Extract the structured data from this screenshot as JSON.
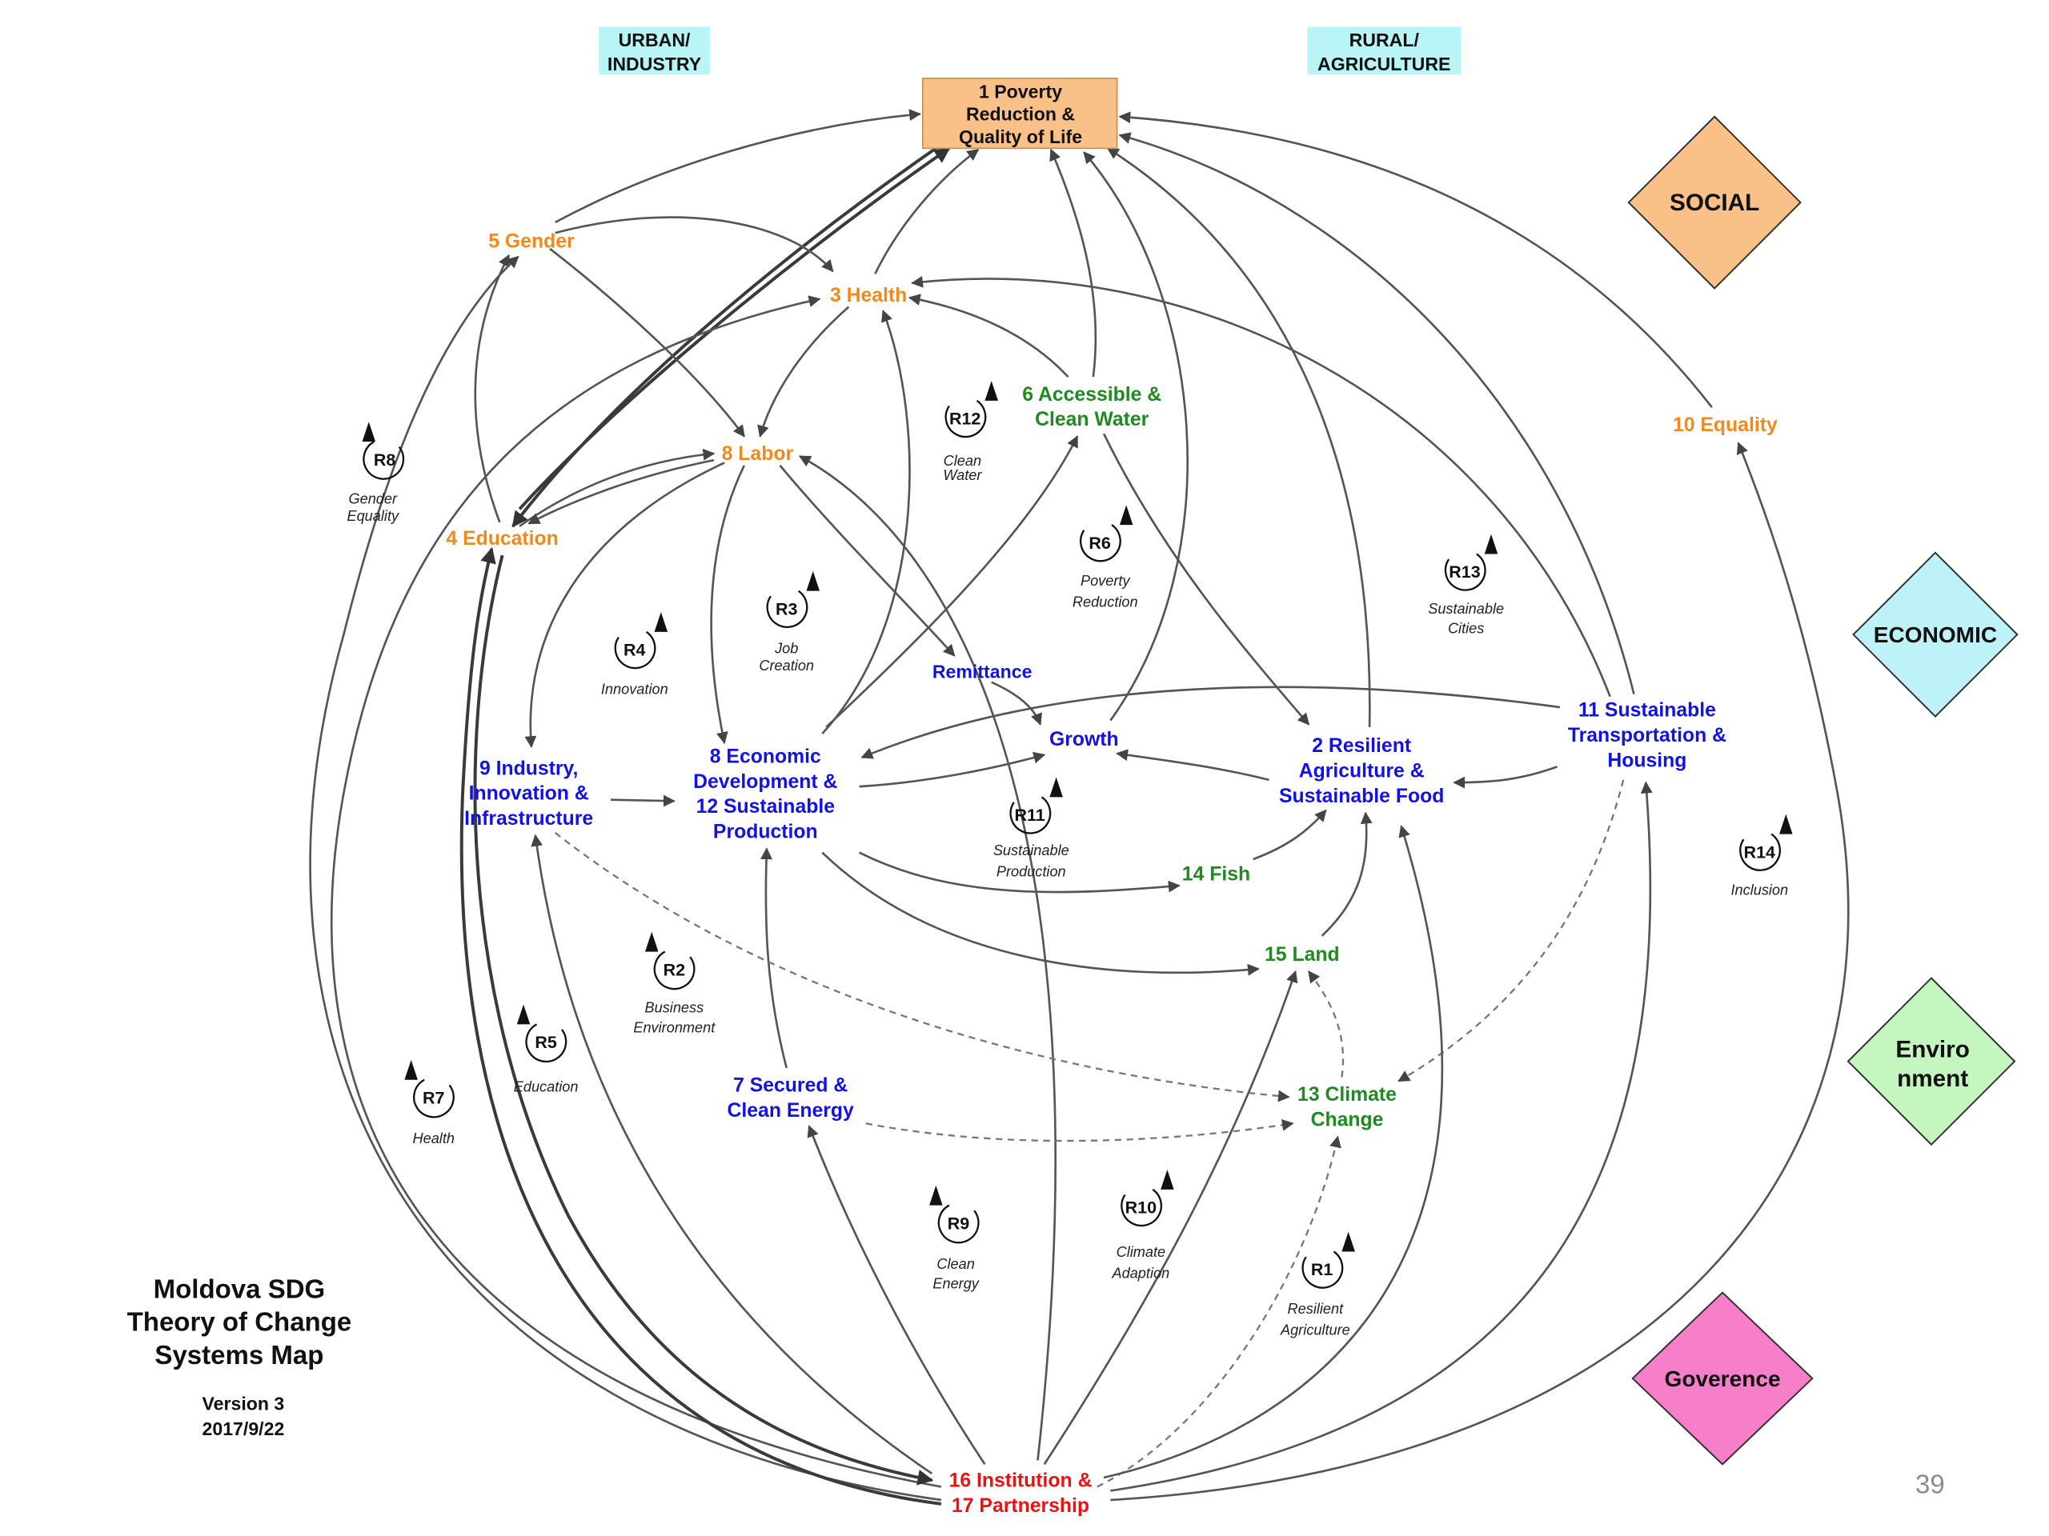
{
  "headers": {
    "urban": [
      "URBAN/",
      "INDUSTRY"
    ],
    "rural": [
      "RURAL/",
      "AGRICULTURE"
    ]
  },
  "nodes": {
    "n1": [
      "1 Poverty",
      "Reduction &",
      "Quality of Life"
    ],
    "n5": [
      "5 Gender"
    ],
    "n3": [
      "3 Health"
    ],
    "n6": [
      "6 Accessible &",
      "Clean Water"
    ],
    "n8labor": [
      "8 Labor"
    ],
    "n4": [
      "4 Education"
    ],
    "n10": [
      "10 Equality"
    ],
    "remittance": [
      "Remittance"
    ],
    "growth": [
      "Growth"
    ],
    "n9": [
      "9 Industry,",
      "Innovation &",
      "Infrastructure"
    ],
    "n8ed": [
      "8 Economic",
      "Development &",
      "12 Sustainable",
      "Production"
    ],
    "n2": [
      "2 Resilient",
      "Agriculture &",
      "Sustainable Food"
    ],
    "n11": [
      "11 Sustainable",
      "Transportation &",
      "Housing"
    ],
    "n14": [
      "14 Fish"
    ],
    "n15": [
      "15 Land"
    ],
    "n7": [
      "7 Secured &",
      "Clean Energy"
    ],
    "n13": [
      "13 Climate",
      "Change"
    ],
    "n16": [
      "16 Institution &",
      "17 Partnership"
    ]
  },
  "loops": {
    "R1": {
      "label": "R1",
      "caption": [
        "Resilient",
        "Agriculture"
      ]
    },
    "R2": {
      "label": "R2",
      "caption": [
        "Business",
        "Environment"
      ]
    },
    "R3": {
      "label": "R3",
      "caption": [
        "Job",
        "Creation"
      ]
    },
    "R4": {
      "label": "R4",
      "caption": [
        "Innovation"
      ]
    },
    "R5": {
      "label": "R5",
      "caption": [
        "Education"
      ]
    },
    "R6": {
      "label": "R6",
      "caption": [
        "Poverty",
        "Reduction"
      ]
    },
    "R7": {
      "label": "R7",
      "caption": [
        "Health"
      ]
    },
    "R8": {
      "label": "R8",
      "caption": [
        "Gender",
        "Equality"
      ]
    },
    "R9": {
      "label": "R9",
      "caption": [
        "Clean",
        "Energy"
      ]
    },
    "R10": {
      "label": "R10",
      "caption": [
        "Climate",
        "Adaption"
      ]
    },
    "R11": {
      "label": "R11",
      "caption": [
        "Sustainable",
        "Production"
      ]
    },
    "R12": {
      "label": "R12",
      "caption": [
        "Clean",
        "Water"
      ]
    },
    "R13": {
      "label": "R13",
      "caption": [
        "Sustainable",
        "Cities"
      ]
    },
    "R14": {
      "label": "R14",
      "caption": [
        "Inclusion"
      ]
    }
  },
  "legend": {
    "social": [
      "SOCIAL"
    ],
    "economic": [
      "ECONOMIC"
    ],
    "environment": [
      "Enviro",
      "nment"
    ],
    "governance": [
      "Goverence"
    ]
  },
  "colors": {
    "social": "#f9c088",
    "economic": "#bdf3f8",
    "environment": "#c4f6c0",
    "governance": "#f77ec8",
    "header_bg": "#b9f4f6",
    "poverty_box": "#f9c088"
  },
  "title": [
    "Moldova SDG",
    "Theory of Change",
    "Systems Map"
  ],
  "version": [
    "Version 3",
    "2017/9/22"
  ],
  "page_number": "39"
}
